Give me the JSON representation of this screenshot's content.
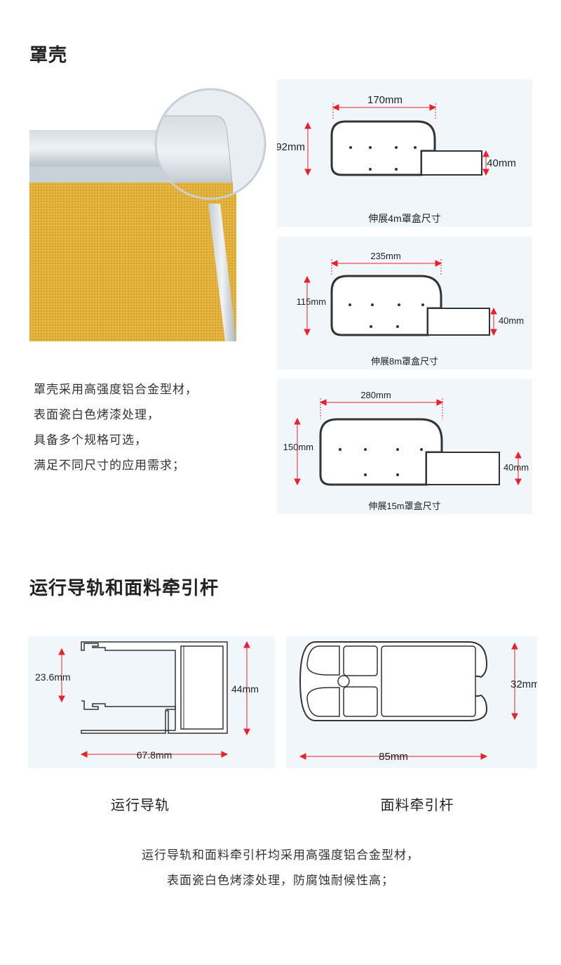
{
  "section1": {
    "title": "罩壳",
    "description": [
      "罩壳采用高强度铝合金型材，",
      "表面瓷白色烤漆处理，",
      "具备多个规格可选，",
      "满足不同尺寸的应用需求；"
    ],
    "diagrams": [
      {
        "caption": "伸展4m罩盒尺寸",
        "width": "170mm",
        "height": "92mm",
        "arm": "40mm"
      },
      {
        "caption": "伸展8m罩盒尺寸",
        "width": "235mm",
        "height": "115mm",
        "arm": "40mm"
      },
      {
        "caption": "伸展15m罩盒尺寸",
        "width": "280mm",
        "height": "150mm",
        "arm": "40mm"
      }
    ]
  },
  "section2": {
    "title": "运行导轨和面料牵引杆",
    "rail": {
      "label": "运行导轨",
      "width": "67.8mm",
      "height": "44mm",
      "inner": "23.6mm"
    },
    "bar": {
      "label": "面料牵引杆",
      "width": "85mm",
      "height": "32mm"
    },
    "description": [
      "运行导轨和面料牵引杆均采用高强度铝合金型材，",
      "表面瓷白色烤漆处理，防腐蚀耐候性高；"
    ]
  },
  "colors": {
    "awning_fabric": "#e2b03a",
    "dimension_arrow": "#e8212a",
    "panel_bg": "#f0f6fa"
  }
}
